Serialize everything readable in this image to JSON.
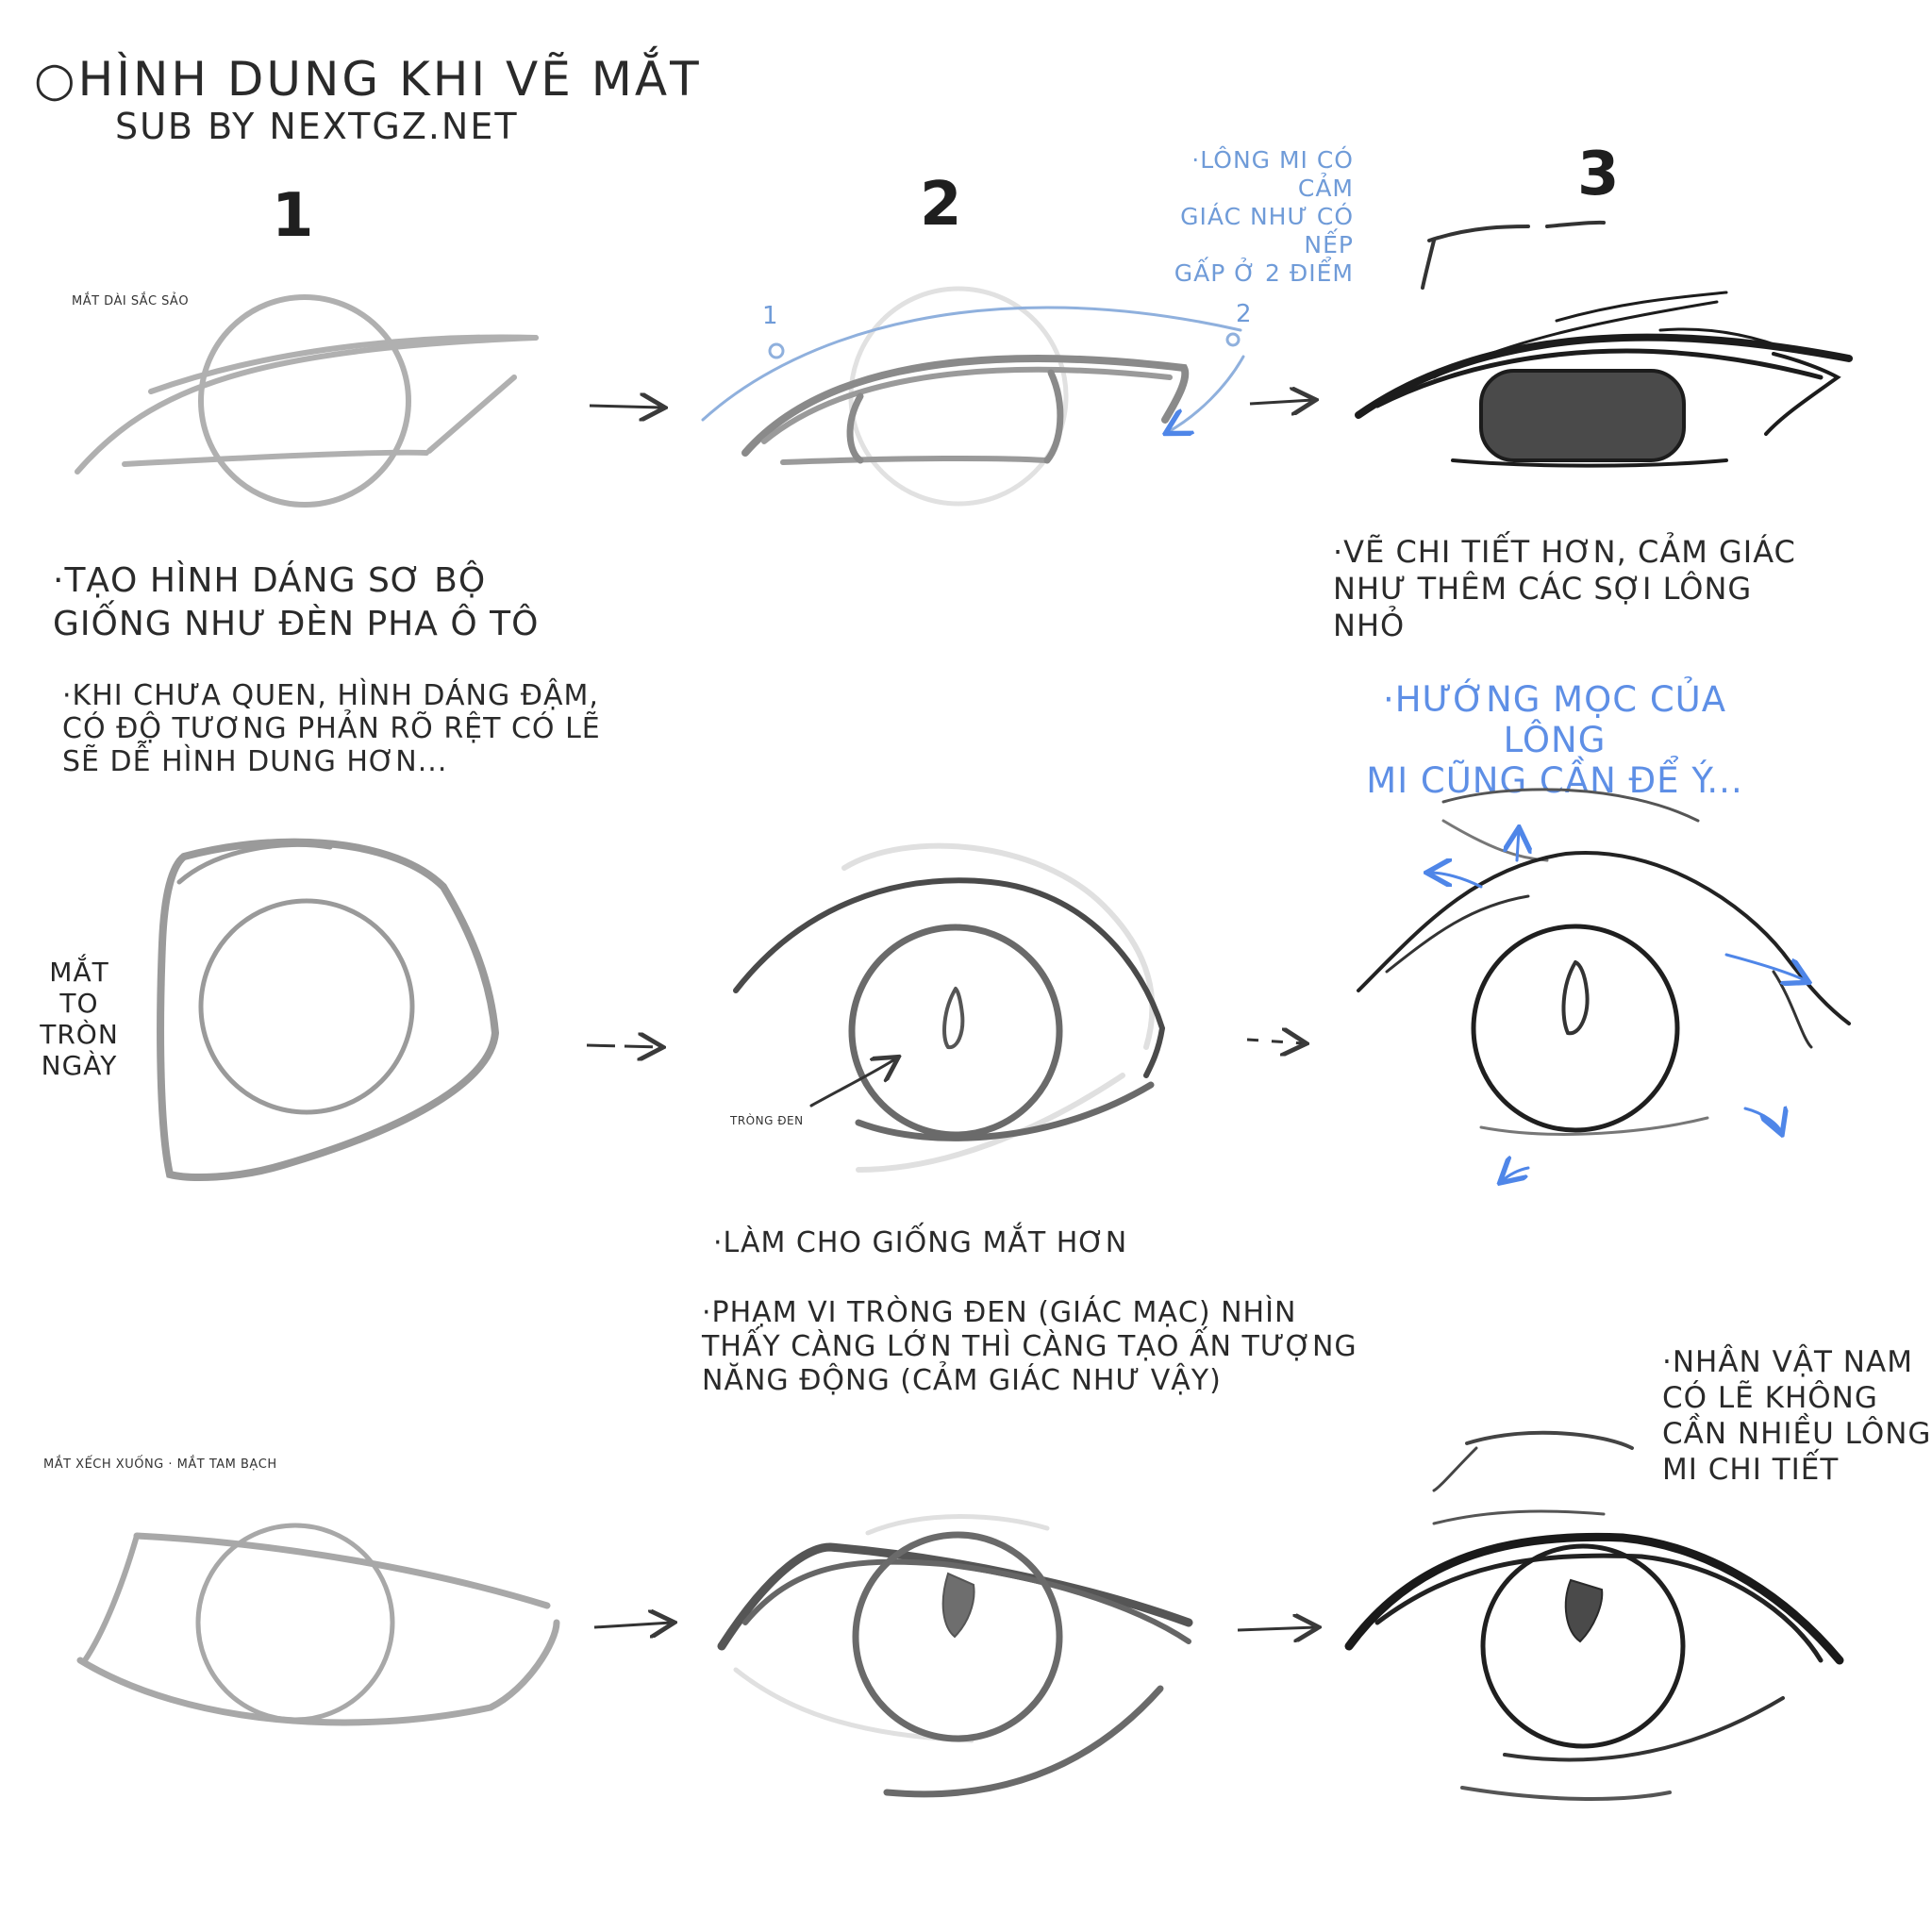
{
  "header": {
    "title": "○HÌNH DUNG KHI VẼ MẮT",
    "credit": "SUB BY NEXTGZ.NET"
  },
  "steps": [
    "1",
    "2",
    "3"
  ],
  "row1": {
    "label": "MẮT DÀI SẮC SẢO",
    "lash_note": "·LÔNG MI CÓ CẢM\nGIÁC NHƯ CÓ NẾP\nGẤP Ở 2 ĐIỂM",
    "fold_point_1": "1",
    "fold_point_2": "2",
    "note_step1": "·TẠO HÌNH DÁNG SƠ BỘ\nGIỐNG NHƯ ĐÈN PHA Ô TÔ",
    "note_step3": "·VẼ CHI TIẾT HƠN, CẢM GIÁC\nNHƯ THÊM CÁC SỢI LÔNG\nNHỎ"
  },
  "row2": {
    "intro_note": "·KHI CHƯA QUEN, HÌNH DÁNG ĐẬM,\nCÓ ĐỘ TƯƠNG PHẢN RÕ RỆT CÓ LẼ\nSẼ DỄ HÌNH DUNG HƠN...",
    "growth_note": "·HƯỚNG MỌC CỦA LÔNG\nMI CŨNG CẦN ĐỂ Ý...",
    "label": "MẮT TO\nTRÒN\nNGÀY",
    "iris_label": "TRÒNG ĐEN",
    "note_more_eye": "·LÀM CHO GIỐNG MẮT HƠN",
    "note_iris": "·PHẠM VI TRÒNG ĐEN (GIÁC MẠC) NHÌN\nTHẤY CÀNG LỚN THÌ CÀNG TẠO ẤN TƯỢNG\nNĂNG ĐỘNG (CẢM GIÁC NHƯ VẬY)"
  },
  "row3": {
    "label": "MẮT XẾCH XUỐNG · MẮT TAM BẠCH",
    "male_note": "·NHÂN VẬT NAM\nCÓ LẼ KHÔNG\nCẦN NHIỀU LÔNG\nMI CHI TIẾT"
  },
  "colors": {
    "sketch_light": "#b5b5b5",
    "sketch_mid": "#8c8c8c",
    "ink": "#1c1c1c",
    "guide_blue": "#7ea4d8",
    "arrow_blue": "#4f86e8"
  },
  "icons": [
    "arrow-right-icon"
  ]
}
